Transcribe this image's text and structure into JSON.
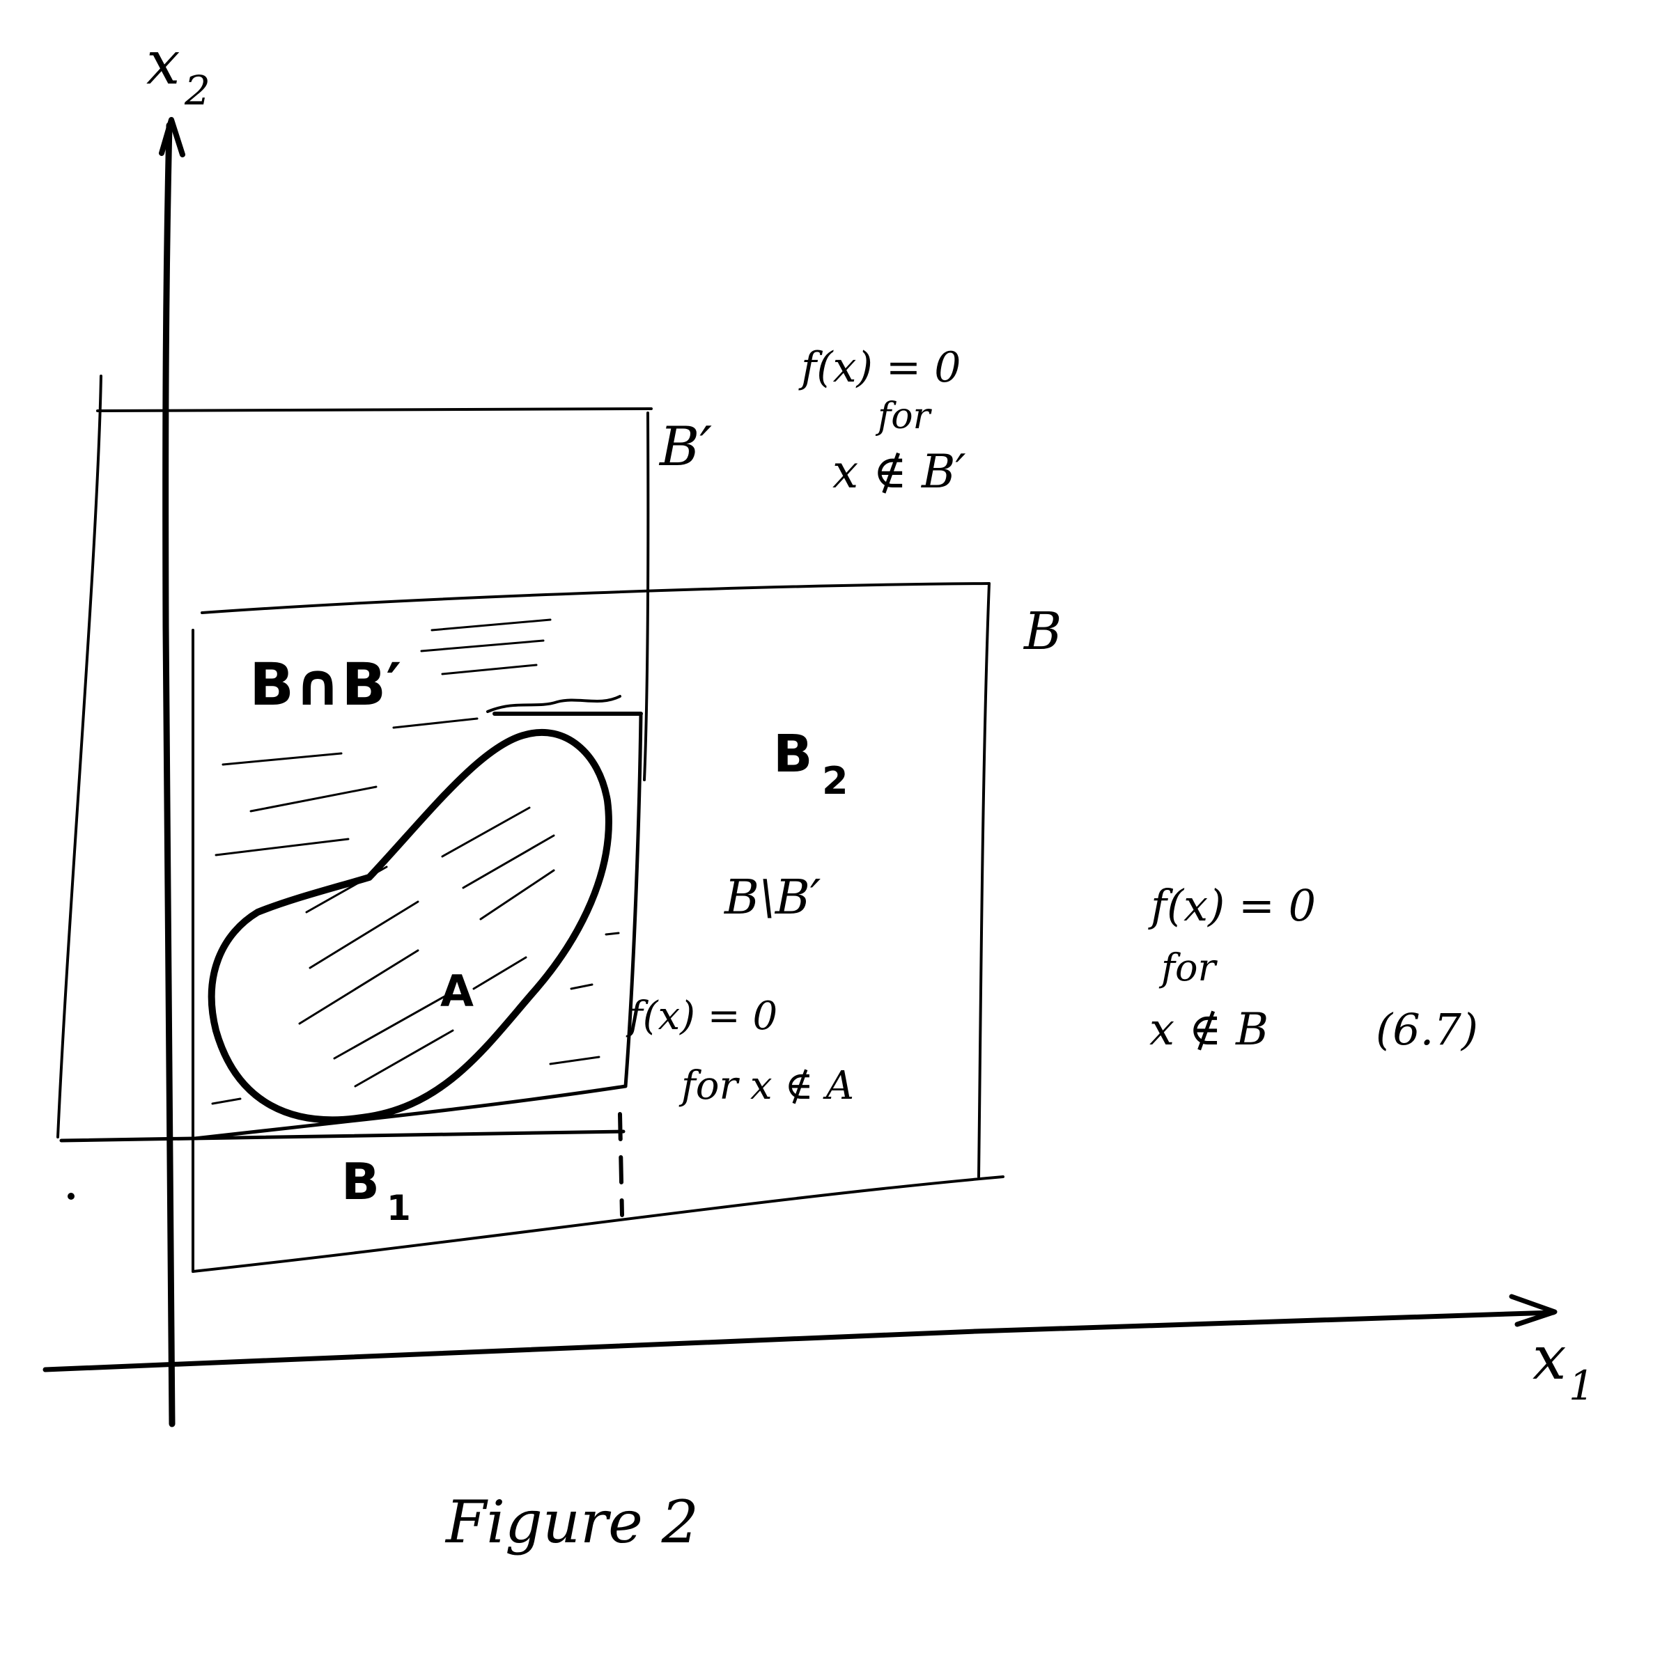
{
  "axes": {
    "x_label": "x",
    "x_label_sub": "1",
    "y_label": "x",
    "y_label_sub": "2"
  },
  "regions": {
    "B_prime": "B′",
    "B": "B",
    "B_cap_B_prime": "B∩B′",
    "B2": "B",
    "B2_sub": "2",
    "B_minus_B_prime": "B\\B′",
    "A": "A",
    "B1": "B",
    "B1_sub": "1"
  },
  "annotations": {
    "outside_B_prime": {
      "line1": "f(x) = 0",
      "line2": "for",
      "line3": "x ∉ B′"
    },
    "outside_B": {
      "line1": "f(x) = 0",
      "line2": "for",
      "line3": "x ∉ B",
      "eq_number": "(6.7)"
    },
    "outside_A": {
      "line1": "f(x) = 0",
      "line2": "for  x ∉ A"
    }
  },
  "caption": "Figure 2",
  "colors": {
    "ink": "#000000",
    "background": "#ffffff"
  }
}
